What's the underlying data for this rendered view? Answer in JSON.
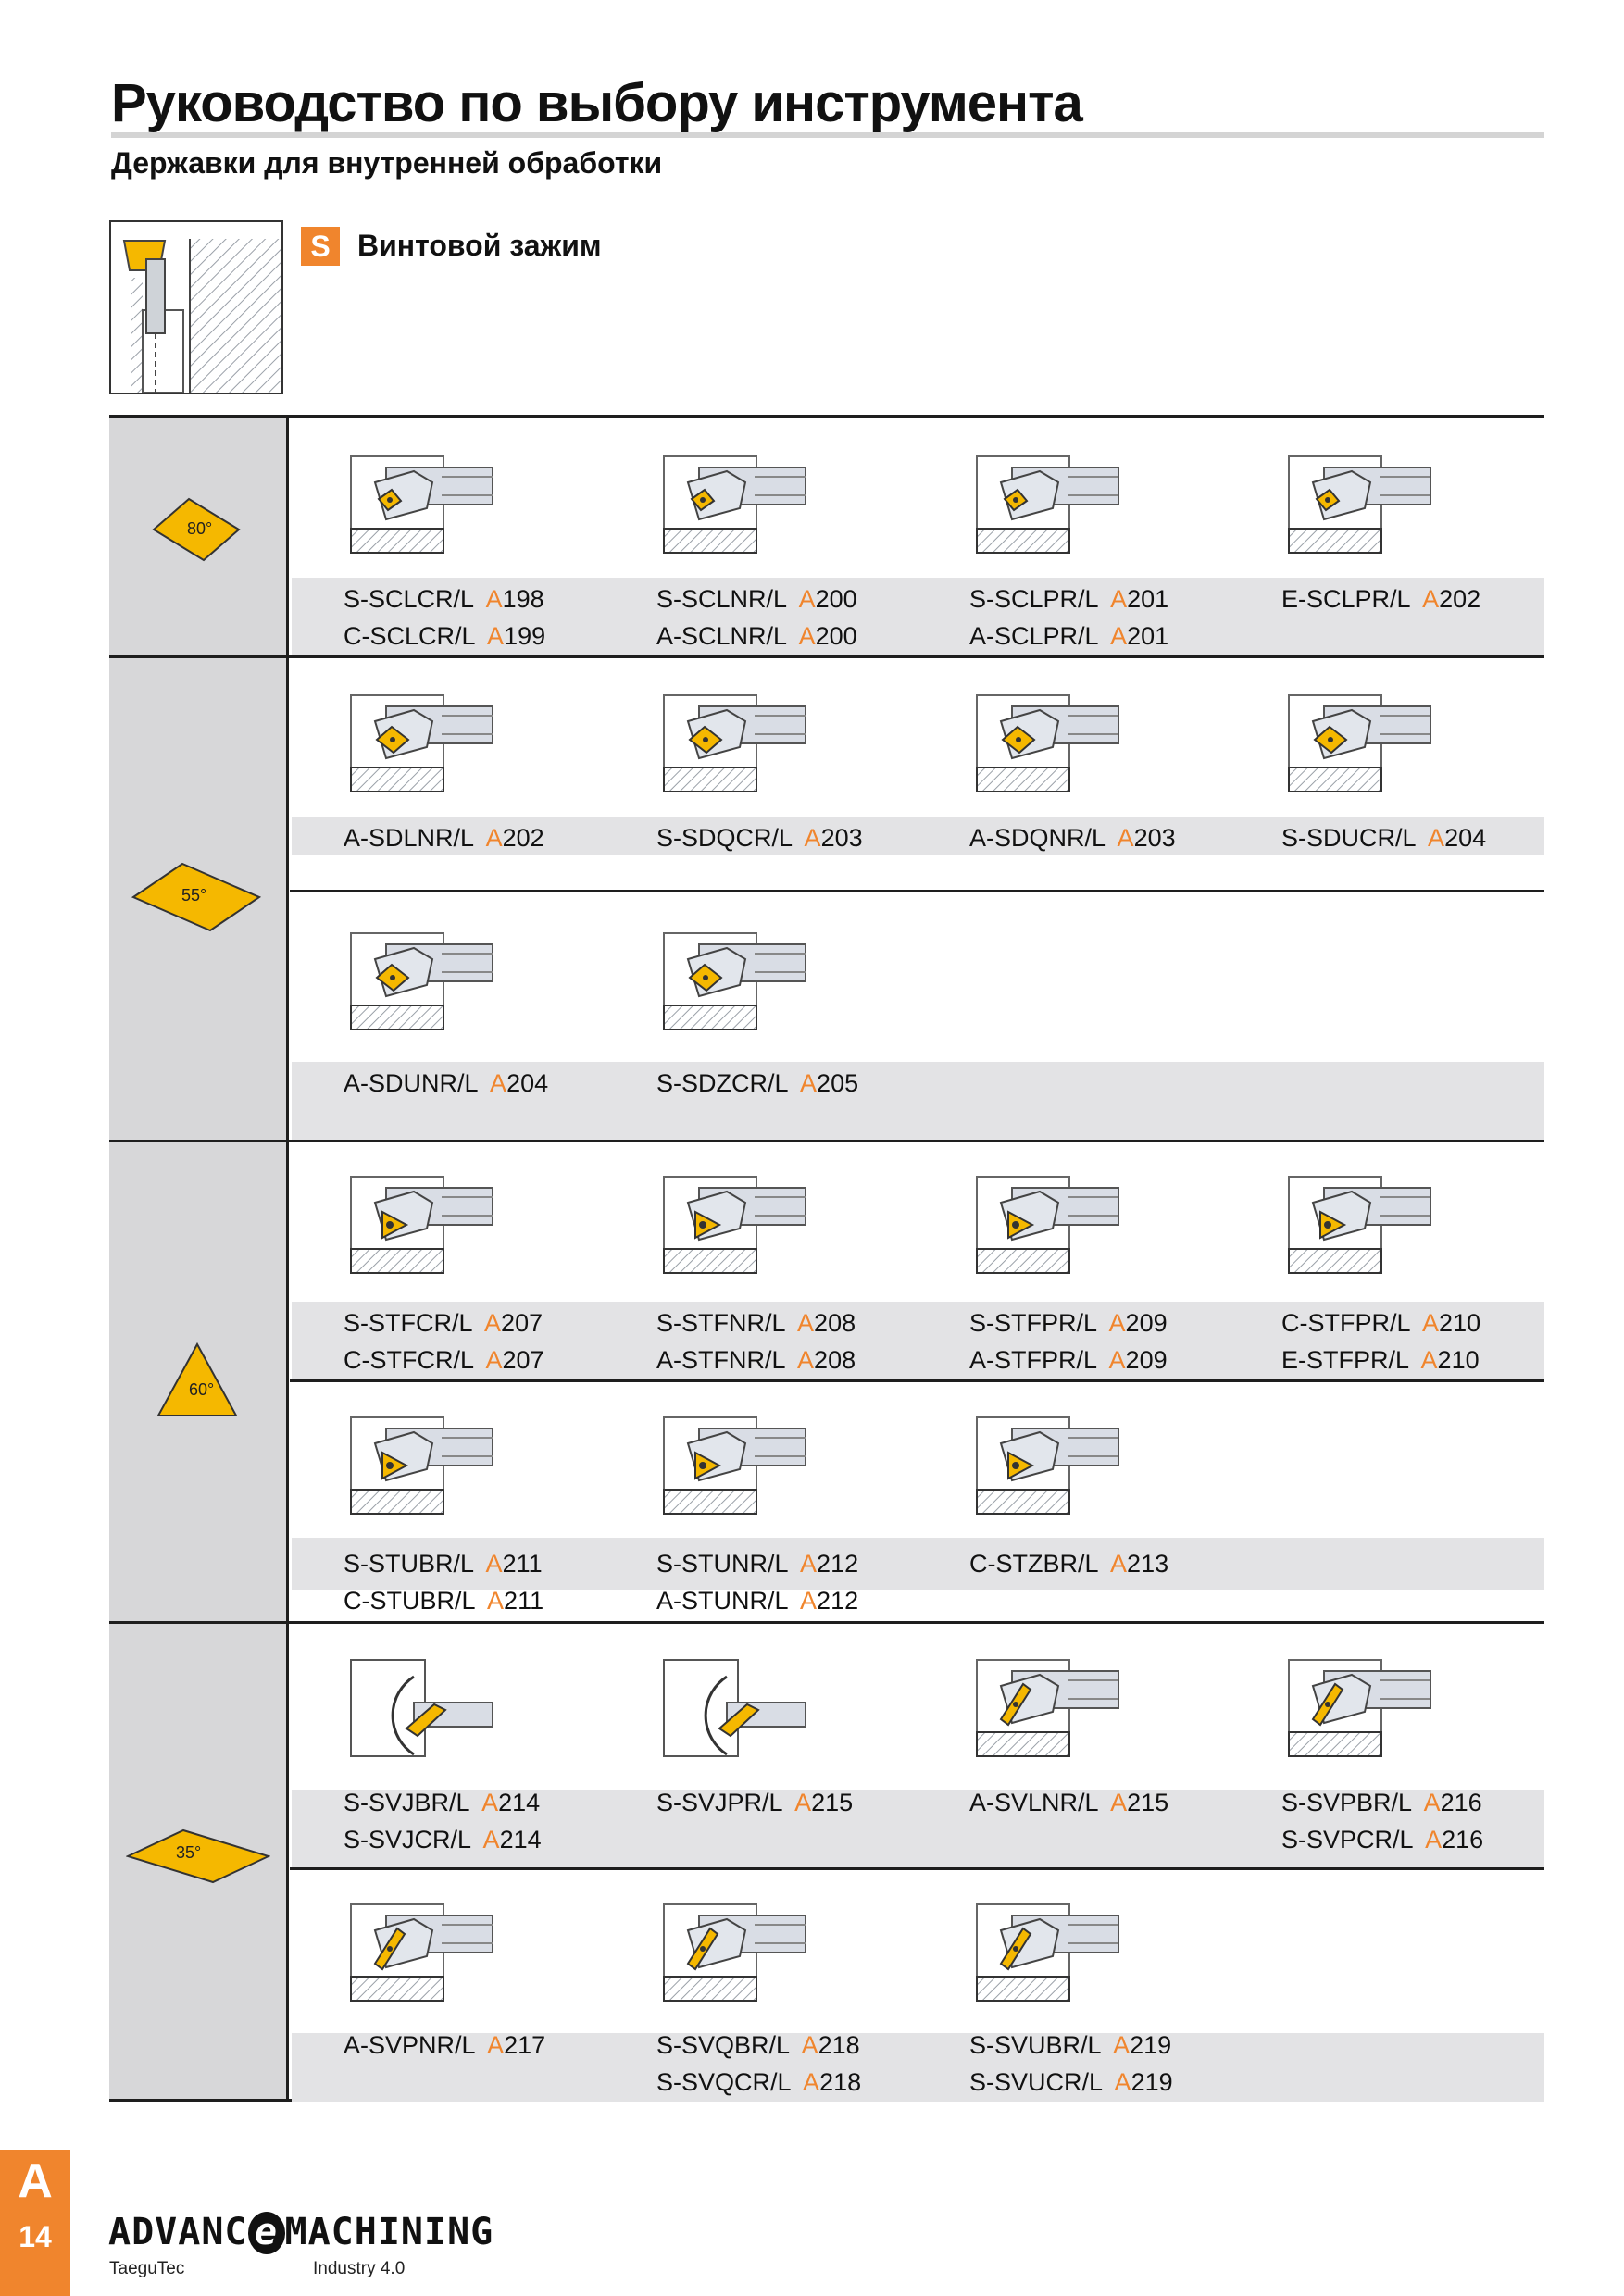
{
  "header": {
    "title": "Руководство по выбору инструмента",
    "subtitle": "Державки для внутренней обработки"
  },
  "clamp": {
    "badge": "S",
    "label": "Винтовой зажим"
  },
  "colors": {
    "accent": "#f0852d",
    "insert": "#f5b800",
    "band": "#e3e3e5",
    "column": "#d7d7d9"
  },
  "groups": [
    {
      "angle": "80°",
      "shape": "rhombus-80-icon"
    },
    {
      "angle": "55°",
      "shape": "rhombus-55-icon"
    },
    {
      "angle": "60°",
      "shape": "triangle-60-icon"
    },
    {
      "angle": "35°",
      "shape": "rhombus-35-icon"
    }
  ],
  "holders": [
    {
      "codes": [
        "S-SCLCR/L",
        "C-SCLCR/L"
      ],
      "pages": [
        "198",
        "199"
      ],
      "prefix": "A"
    },
    {
      "codes": [
        "S-SCLNR/L",
        "A-SCLNR/L"
      ],
      "pages": [
        "200",
        "200"
      ],
      "prefix": "A"
    },
    {
      "codes": [
        "S-SCLPR/L",
        "A-SCLPR/L"
      ],
      "pages": [
        "201",
        "201"
      ],
      "prefix": "A"
    },
    {
      "codes": [
        "E-SCLPR/L"
      ],
      "pages": [
        "202"
      ],
      "prefix": "A"
    },
    {
      "codes": [
        "A-SDLNR/L"
      ],
      "pages": [
        "202"
      ],
      "prefix": "A"
    },
    {
      "codes": [
        "S-SDQCR/L"
      ],
      "pages": [
        "203"
      ],
      "prefix": "A"
    },
    {
      "codes": [
        "A-SDQNR/L"
      ],
      "pages": [
        "203"
      ],
      "prefix": "A"
    },
    {
      "codes": [
        "S-SDUCR/L"
      ],
      "pages": [
        "204"
      ],
      "prefix": "A"
    },
    {
      "codes": [
        "A-SDUNR/L"
      ],
      "pages": [
        "204"
      ],
      "prefix": "A"
    },
    {
      "codes": [
        "S-SDZCR/L"
      ],
      "pages": [
        "205"
      ],
      "prefix": "A"
    },
    {
      "codes": [
        "S-STFCR/L",
        "C-STFCR/L"
      ],
      "pages": [
        "207",
        "207"
      ],
      "prefix": "A"
    },
    {
      "codes": [
        "S-STFNR/L",
        "A-STFNR/L"
      ],
      "pages": [
        "208",
        "208"
      ],
      "prefix": "A"
    },
    {
      "codes": [
        "S-STFPR/L",
        "A-STFPR/L"
      ],
      "pages": [
        "209",
        "209"
      ],
      "prefix": "A"
    },
    {
      "codes": [
        "C-STFPR/L",
        "E-STFPR/L"
      ],
      "pages": [
        "210",
        "210"
      ],
      "prefix": "A"
    },
    {
      "codes": [
        "S-STUBR/L",
        "C-STUBR/L"
      ],
      "pages": [
        "211",
        "211"
      ],
      "prefix": "A"
    },
    {
      "codes": [
        "S-STUNR/L",
        "A-STUNR/L"
      ],
      "pages": [
        "212",
        "212"
      ],
      "prefix": "A"
    },
    {
      "codes": [
        "C-STZBR/L"
      ],
      "pages": [
        "213"
      ],
      "prefix": "A"
    },
    {
      "codes": [
        "S-SVJBR/L",
        "S-SVJCR/L"
      ],
      "pages": [
        "214",
        "214"
      ],
      "prefix": "A"
    },
    {
      "codes": [
        "S-SVJPR/L"
      ],
      "pages": [
        "215"
      ],
      "prefix": "A"
    },
    {
      "codes": [
        "A-SVLNR/L"
      ],
      "pages": [
        "215"
      ],
      "prefix": "A"
    },
    {
      "codes": [
        "S-SVPBR/L",
        "S-SVPCR/L"
      ],
      "pages": [
        "216",
        "216"
      ],
      "prefix": "A"
    },
    {
      "codes": [
        "A-SVPNR/L"
      ],
      "pages": [
        "217"
      ],
      "prefix": "A"
    },
    {
      "codes": [
        "S-SVQBR/L",
        "S-SVQCR/L"
      ],
      "pages": [
        "218",
        "218"
      ],
      "prefix": "A"
    },
    {
      "codes": [
        "S-SVUBR/L",
        "S-SVUCR/L"
      ],
      "pages": [
        "219",
        "219"
      ],
      "prefix": "A"
    }
  ],
  "footer": {
    "tab_letter": "A",
    "page_number": "14",
    "logo_left": "ADVANC",
    "logo_e": "e",
    "logo_right": "MACHINING",
    "brand": "TaeguTec",
    "tagline": "Industry 4.0"
  }
}
